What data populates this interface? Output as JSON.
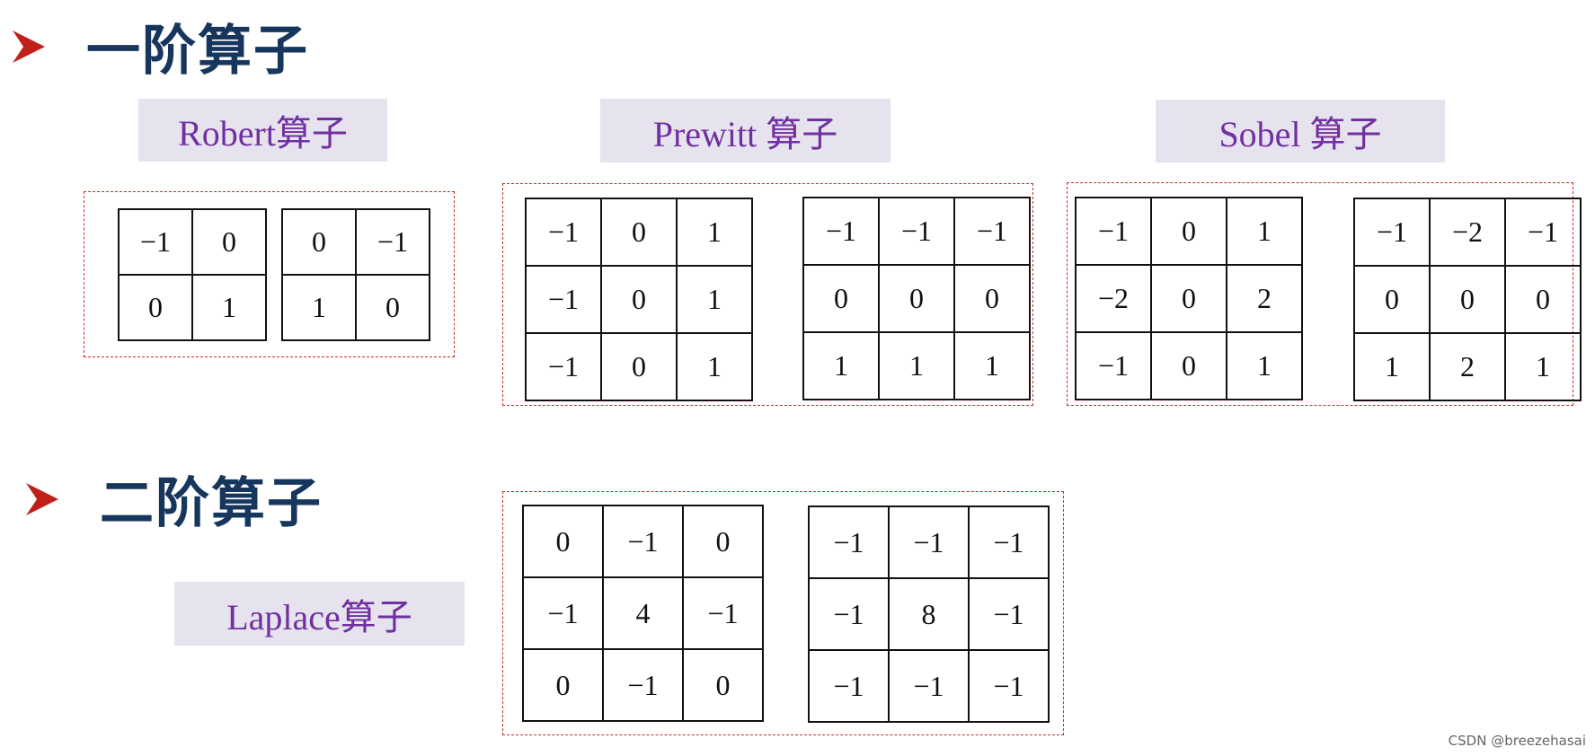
{
  "headings": {
    "first": "一阶算子",
    "second": "二阶算子"
  },
  "operators": {
    "robert": {
      "label": "Robert算子",
      "kernels": [
        [
          [
            "−1",
            "0"
          ],
          [
            "0",
            "1"
          ]
        ],
        [
          [
            "0",
            "−1"
          ],
          [
            "1",
            "0"
          ]
        ]
      ]
    },
    "prewitt": {
      "label": "Prewitt 算子",
      "kernels": [
        [
          [
            "−1",
            "0",
            "1"
          ],
          [
            "−1",
            "0",
            "1"
          ],
          [
            "−1",
            "0",
            "1"
          ]
        ],
        [
          [
            "−1",
            "−1",
            "−1"
          ],
          [
            "0",
            "0",
            "0"
          ],
          [
            "1",
            "1",
            "1"
          ]
        ]
      ]
    },
    "sobel": {
      "label": "Sobel 算子",
      "kernels": [
        [
          [
            "−1",
            "0",
            "1"
          ],
          [
            "−2",
            "0",
            "2"
          ],
          [
            "−1",
            "0",
            "1"
          ]
        ],
        [
          [
            "−1",
            "−2",
            "−1"
          ],
          [
            "0",
            "0",
            "0"
          ],
          [
            "1",
            "2",
            "1"
          ]
        ]
      ]
    },
    "laplace": {
      "label": "Laplace算子",
      "kernels": [
        [
          [
            "0",
            "−1",
            "0"
          ],
          [
            "−1",
            "4",
            "−1"
          ],
          [
            "0",
            "−1",
            "0"
          ]
        ],
        [
          [
            "−1",
            "−1",
            "−1"
          ],
          [
            "−1",
            "8",
            "−1"
          ],
          [
            "−1",
            "−1",
            "−1"
          ]
        ]
      ]
    }
  },
  "watermark": "CSDN @breezehasai",
  "colors": {
    "arrow": "#c0201a",
    "heading": "#17365d",
    "label_text": "#7030a0",
    "label_bg": "#e6e3ef",
    "dashed_border": "#c0302a"
  }
}
